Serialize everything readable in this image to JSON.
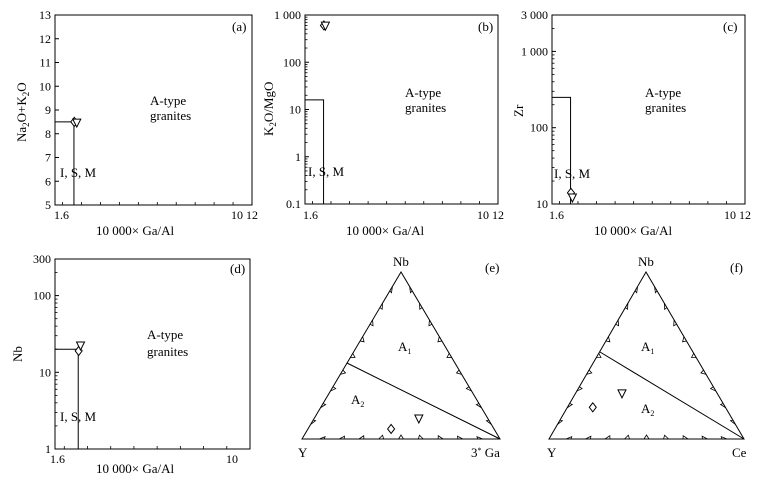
{
  "chart_data": [
    {
      "id": "a",
      "type": "scatter",
      "panel_label": "(a)",
      "xlabel": "10 000× Ga/Al",
      "ylabel": "Na2O+K2O",
      "xlim": [
        1.6,
        12
      ],
      "ylim": [
        5,
        13
      ],
      "x_ticks": [
        "1.6",
        "10 12"
      ],
      "y_ticks": [
        "5",
        "6",
        "7",
        "8",
        "9",
        "10",
        "11",
        "12",
        "13"
      ],
      "field_boundary": {
        "x": 2.6,
        "y": 8.5
      },
      "fields": [
        "I, S, M",
        "A-type",
        "granites"
      ],
      "points": [
        {
          "marker": "diamond",
          "x": 2.62,
          "y": 8.5
        },
        {
          "marker": "triangle-down",
          "x": 2.75,
          "y": 8.45
        }
      ]
    },
    {
      "id": "b",
      "type": "scatter",
      "panel_label": "(b)",
      "xlabel": "10 000× Ga/Al",
      "ylabel": "K2O/MgO",
      "xscale": "linear",
      "yscale": "log",
      "xlim": [
        1.6,
        12
      ],
      "ylim": [
        0.1,
        1000
      ],
      "x_ticks": [
        "1.6",
        "10 12"
      ],
      "y_ticks": [
        "0.1",
        "1",
        "10",
        "100",
        "1 000"
      ],
      "field_boundary": {
        "x": 2.6,
        "y": 16
      },
      "fields": [
        "I, S, M",
        "A-type",
        "granites"
      ],
      "points": [
        {
          "marker": "diamond",
          "x": 2.62,
          "y": 600
        },
        {
          "marker": "triangle-down",
          "x": 2.7,
          "y": 580
        }
      ]
    },
    {
      "id": "c",
      "type": "scatter",
      "panel_label": "(c)",
      "xlabel": "10 000× Ga/Al",
      "ylabel": "Zr",
      "xscale": "linear",
      "yscale": "log",
      "xlim": [
        1.6,
        12
      ],
      "ylim": [
        10,
        3000
      ],
      "x_ticks": [
        "1.6",
        "10 12"
      ],
      "y_ticks": [
        "10",
        "100",
        "1 000",
        "3 000"
      ],
      "field_boundary": {
        "x": 2.6,
        "y": 250
      },
      "fields": [
        "I, S, M",
        "A-type",
        "granites"
      ],
      "points": [
        {
          "marker": "diamond",
          "x": 2.62,
          "y": 14
        },
        {
          "marker": "triangle-down",
          "x": 2.7,
          "y": 12
        }
      ]
    },
    {
      "id": "d",
      "type": "scatter",
      "panel_label": "(d)",
      "xlabel": "10 000× Ga/Al",
      "ylabel": "Nb",
      "xscale": "linear",
      "yscale": "log",
      "xlim": [
        1.6,
        10
      ],
      "ylim": [
        1,
        300
      ],
      "x_ticks": [
        "1.6",
        "10"
      ],
      "y_ticks": [
        "1",
        "10",
        "100",
        "300"
      ],
      "field_boundary": {
        "x": 2.6,
        "y": 20
      },
      "fields": [
        "I, S, M",
        "A-type",
        "granites"
      ],
      "points": [
        {
          "marker": "diamond",
          "x": 2.62,
          "y": 19
        },
        {
          "marker": "triangle-down",
          "x": 2.7,
          "y": 22
        }
      ]
    },
    {
      "id": "e",
      "type": "ternary",
      "panel_label": "(e)",
      "corners": {
        "top": "Nb",
        "left": "Y",
        "right": "3* Ga"
      },
      "fields": [
        "A₁",
        "A₂"
      ],
      "points": [
        {
          "marker": "diamond",
          "nb": 0.06,
          "y": 0.52,
          "other": 0.42
        },
        {
          "marker": "triangle-down",
          "nb": 0.12,
          "y": 0.35,
          "other": 0.53
        }
      ]
    },
    {
      "id": "f",
      "type": "ternary",
      "panel_label": "(f)",
      "corners": {
        "top": "Nb",
        "left": "Y",
        "right": "Ce"
      },
      "fields": [
        "A₁",
        "A₂"
      ],
      "points": [
        {
          "marker": "diamond",
          "nb": 0.19,
          "y": 0.68,
          "other": 0.13
        },
        {
          "marker": "triangle-down",
          "nb": 0.27,
          "y": 0.49,
          "other": 0.24
        }
      ]
    }
  ],
  "text": {
    "a": {
      "label": "(a)",
      "ylab_main": "Na",
      "ylab_sub1": "2",
      "ylab_mid": "O+K",
      "ylab_sub2": "2",
      "ylab_end": "O",
      "xlabel": "10 000× Ga/Al",
      "field_ism": "I, S, M",
      "field_a1": "A-type",
      "field_a2": "granites",
      "xt0": "1.6",
      "xt1": "10 12"
    },
    "b": {
      "label": "(b)",
      "ylab_main": "K",
      "ylab_sub1": "2",
      "ylab_end": "O/MgO",
      "xlabel": "10 000× Ga/Al",
      "field_ism": "I, S, M",
      "field_a1": "A-type",
      "field_a2": "granites",
      "xt0": "1.6",
      "xt1": "10 12"
    },
    "c": {
      "label": "(c)",
      "ylab": "Zr",
      "xlabel": "10 000× Ga/Al",
      "field_ism": "I, S, M",
      "field_a1": "A-type",
      "field_a2": "granites",
      "xt0": "1.6",
      "xt1": "10 12"
    },
    "d": {
      "label": "(d)",
      "ylab": "Nb",
      "xlabel": "10 000× Ga/Al",
      "field_ism": "I, S, M",
      "field_a1": "A-type",
      "field_a2": "granites",
      "xt0": "1.6",
      "xt1": "10"
    },
    "e": {
      "label": "(e)",
      "top": "Nb",
      "left": "Y",
      "right_main": "3",
      "right_sup": "*",
      "right_end": " Ga",
      "f1": "A",
      "f1sub": "1",
      "f2": "A",
      "f2sub": "2"
    },
    "f": {
      "label": "(f)",
      "top": "Nb",
      "left": "Y",
      "right": "Ce",
      "f1": "A",
      "f1sub": "1",
      "f2": "A",
      "f2sub": "2"
    }
  }
}
